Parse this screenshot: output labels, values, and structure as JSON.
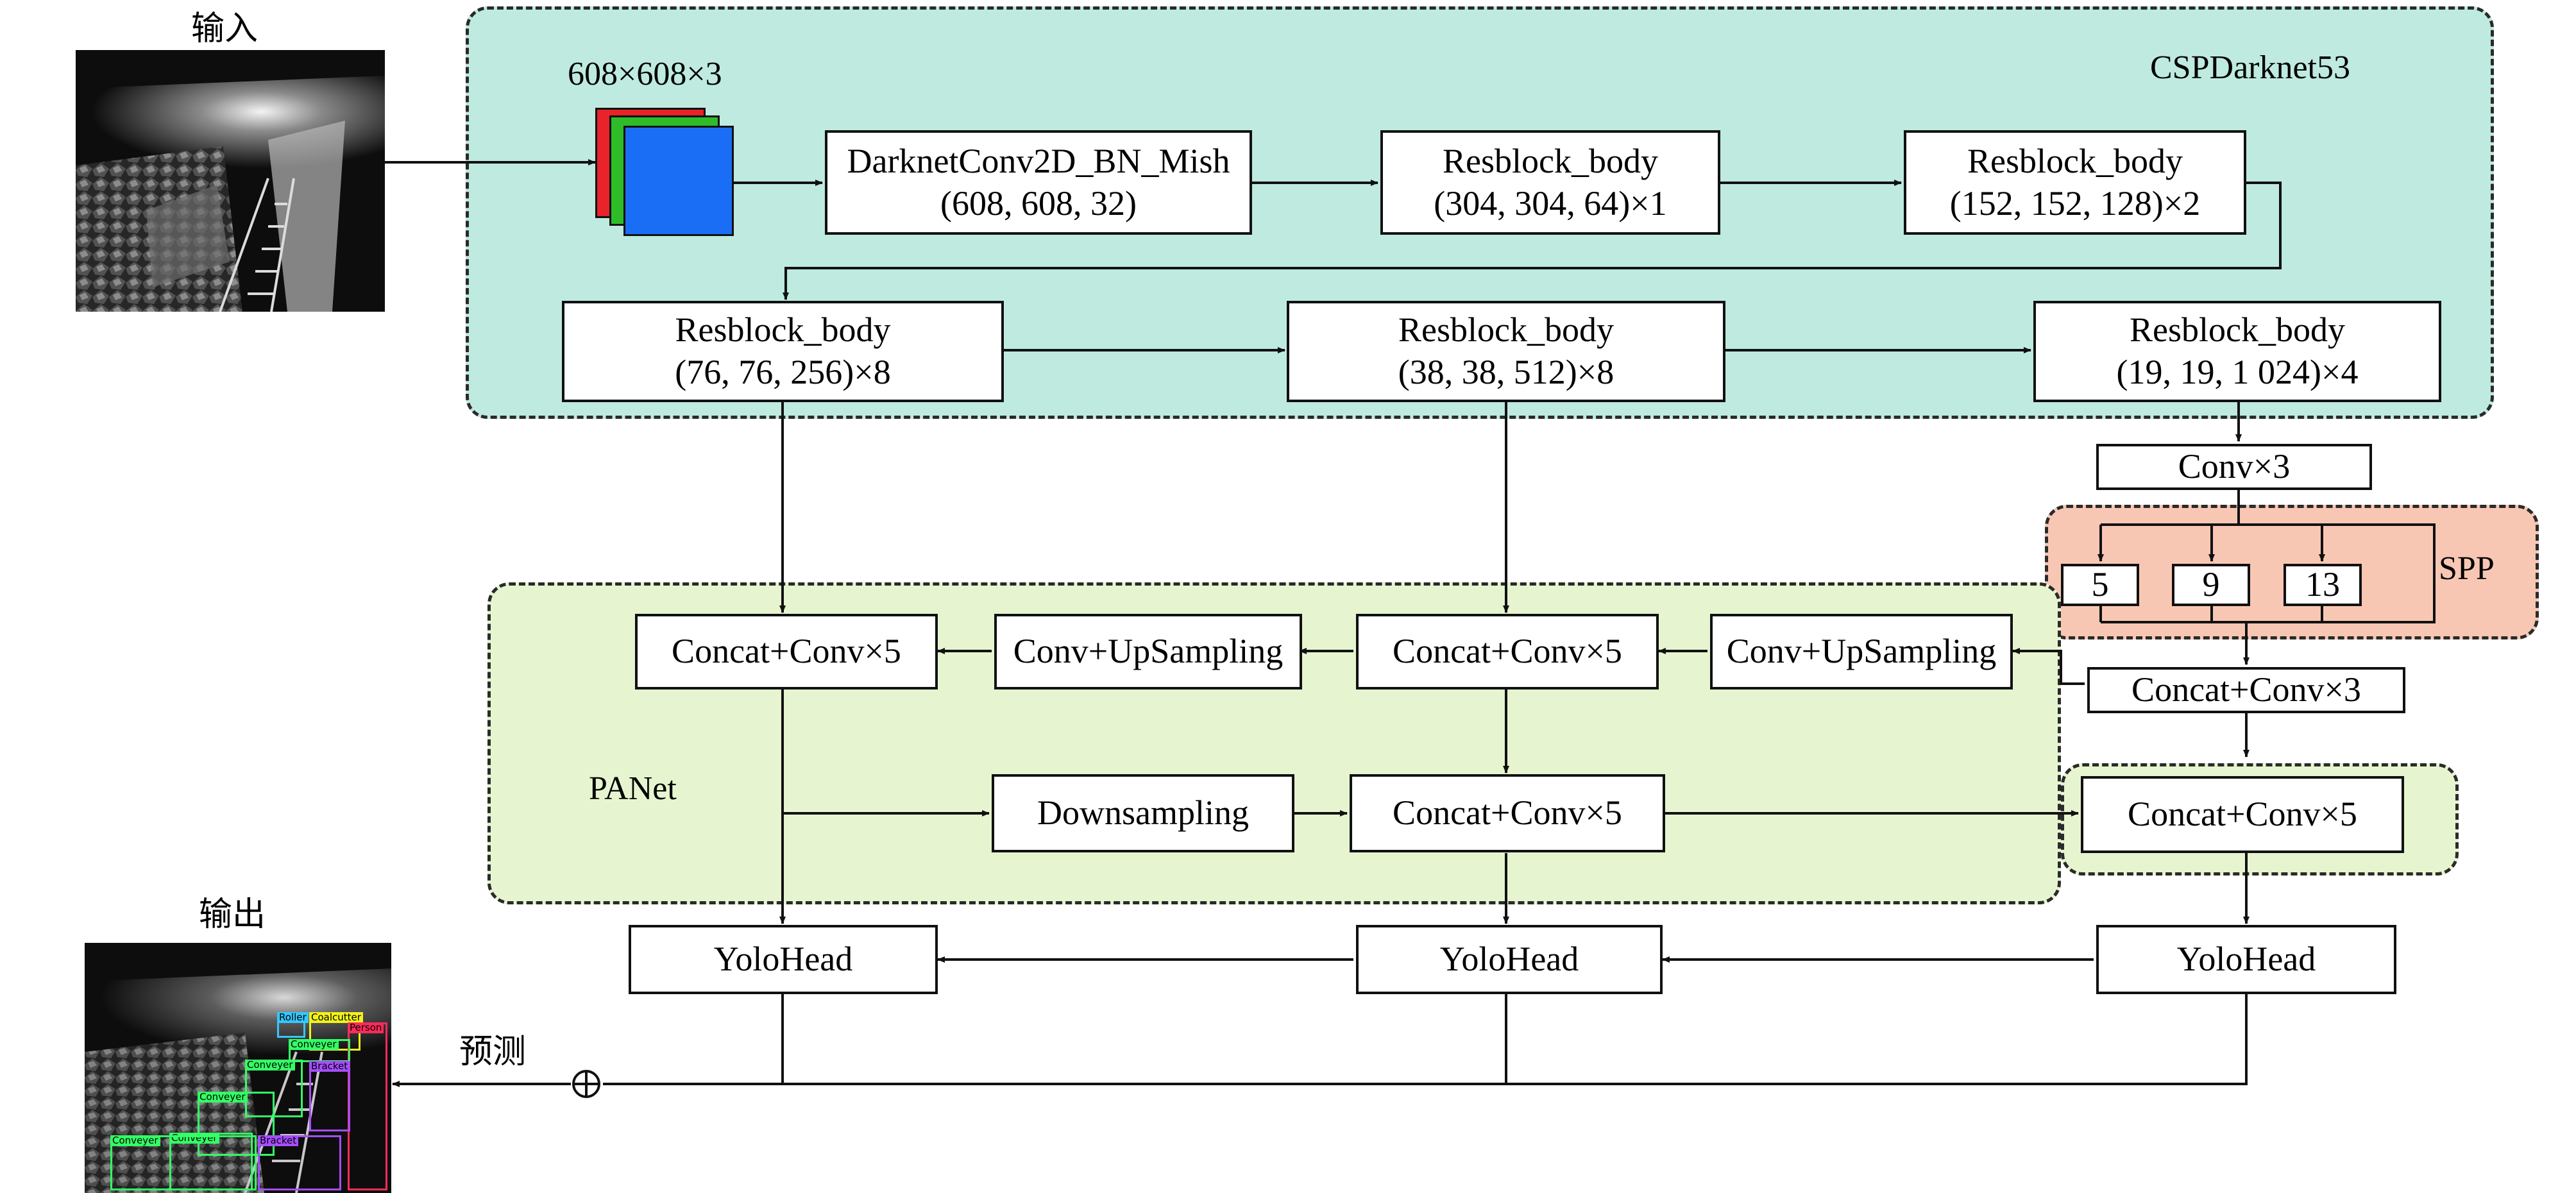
{
  "labels": {
    "input": "输入",
    "output": "输出",
    "predict": "预测",
    "input_size": "608×608×3",
    "backbone": "CSPDarknet53",
    "spp": "SPP",
    "panet": "PANet",
    "sum_symbol": "⊕"
  },
  "backbone_blocks": [
    {
      "name": "DarknetConv2D_BN_Mish",
      "shape": "(608, 608, 32)"
    },
    {
      "name": "Resblock_body",
      "shape": "(304, 304, 64)×1"
    },
    {
      "name": "Resblock_body",
      "shape": "(152, 152, 128)×2"
    },
    {
      "name": "Resblock_body",
      "shape": "(76, 76, 256)×8"
    },
    {
      "name": "Resblock_body",
      "shape": "(38, 38, 512)×8"
    },
    {
      "name": "Resblock_body",
      "shape": "(19, 19, 1 024)×4"
    }
  ],
  "spp_blocks": {
    "conv3": "Conv×3",
    "pools": [
      "5",
      "9",
      "13"
    ],
    "concat3": "Concat+Conv×3"
  },
  "panet_blocks": {
    "concat_left": "Concat+Conv×5",
    "upsample_left": "Conv+UpSampling",
    "concat_mid_top": "Concat+Conv×5",
    "upsample_right": "Conv+UpSampling",
    "downsampling": "Downsampling",
    "concat_mid_bottom": "Concat+Conv×5",
    "concat_right": "Concat+Conv×5"
  },
  "heads": [
    "YoloHead",
    "YoloHead",
    "YoloHead"
  ],
  "detections": [
    {
      "label": "Roller",
      "color": "#33c8ff"
    },
    {
      "label": "Coalcutter",
      "color": "#f2f21a"
    },
    {
      "label": "Person",
      "color": "#ff2b5c"
    },
    {
      "label": "Conveyer",
      "color": "#33ff66"
    },
    {
      "label": "Bracket",
      "color": "#a64dff"
    },
    {
      "label": "Conveyer",
      "color": "#33ff66"
    },
    {
      "label": "Conveyer",
      "color": "#33ff66"
    },
    {
      "label": "Conveyer",
      "color": "#33ff66"
    },
    {
      "label": "Bracket",
      "color": "#a64dff"
    },
    {
      "label": "Conveyer",
      "color": "#33ff66"
    }
  ],
  "colors": {
    "backbone_fill": "#bfeae0",
    "spp_fill": "#f8c7b3",
    "panet_fill": "#e6f5d0",
    "channel_red": "#e8232a",
    "channel_green": "#2ebd29",
    "channel_blue": "#1a6ef5"
  }
}
